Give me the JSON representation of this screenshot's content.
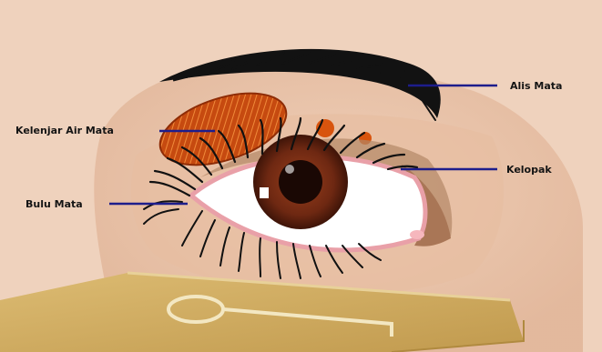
{
  "colors": {
    "background": "#efd2bd",
    "skin": "#e3b596",
    "leader_line": "#1d1d8c",
    "iris": "#7a2d14",
    "lash": "#111111",
    "gland": "#c4470d",
    "book": "#d1ad60"
  },
  "labels": {
    "eyebrow": "Alis Mata",
    "lacrimal_gland": "Kelenjar Air Mata",
    "eyelid": "Kelopak",
    "eyelashes": "Bulu Mata"
  }
}
